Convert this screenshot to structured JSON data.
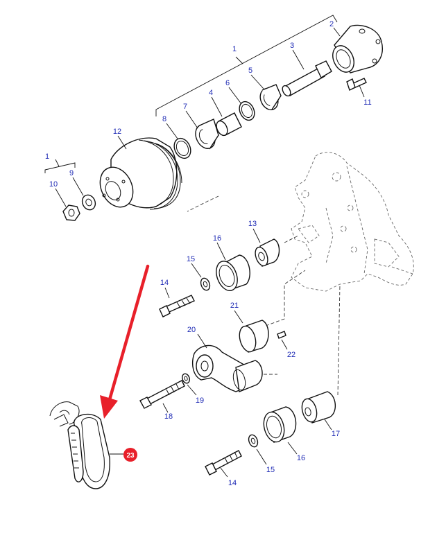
{
  "callouts": {
    "c1_top": "1",
    "c2": "2",
    "c3": "3",
    "c4": "4",
    "c5": "5",
    "c6": "6",
    "c7": "7",
    "c8": "8",
    "c11": "11",
    "c12": "12",
    "c1_left": "1",
    "c9": "9",
    "c10": "10",
    "c13": "13",
    "c16_upper": "16",
    "c15_upper": "15",
    "c14_upper": "14",
    "c21": "21",
    "c20": "20",
    "c22": "22",
    "c19": "19",
    "c18": "18",
    "c17": "17",
    "c16_lower": "16",
    "c15_lower": "15",
    "c14_lower": "14"
  },
  "highlight": {
    "label": "23",
    "badge_color": "#e8202a",
    "arrow_color": "#e8202a"
  },
  "icons": [
    "exploded-parts-diagram",
    "drive-belt-icon",
    "red-pointer-arrow"
  ]
}
